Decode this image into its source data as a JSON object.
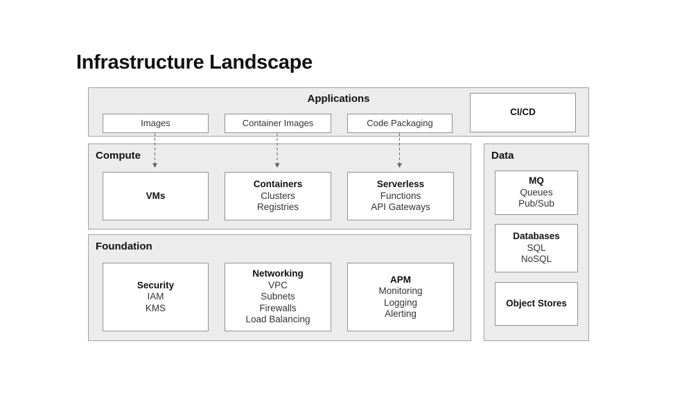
{
  "page": {
    "title": "Infrastructure Landscape"
  },
  "sections": {
    "applications": {
      "label": "Applications",
      "boxes": [
        {
          "title": "Images"
        },
        {
          "title": "Container Images"
        },
        {
          "title": "Code Packaging"
        }
      ],
      "cicd": {
        "title": "CI/CD"
      }
    },
    "compute": {
      "label": "Compute",
      "boxes": [
        {
          "title": "VMs",
          "items": []
        },
        {
          "title": "Containers",
          "items": [
            "Clusters",
            "Registries"
          ]
        },
        {
          "title": "Serverless",
          "items": [
            "Functions",
            "API Gateways"
          ]
        }
      ]
    },
    "foundation": {
      "label": "Foundation",
      "boxes": [
        {
          "title": "Security",
          "items": [
            "IAM",
            "KMS"
          ]
        },
        {
          "title": "Networking",
          "items": [
            "VPC",
            "Subnets",
            "Firewalls",
            "Load Balancing"
          ]
        },
        {
          "title": "APM",
          "items": [
            "Monitoring",
            "Logging",
            "Alerting"
          ]
        }
      ]
    },
    "data": {
      "label": "Data",
      "boxes": [
        {
          "title": "MQ",
          "items": [
            "Queues",
            "Pub/Sub"
          ]
        },
        {
          "title": "Databases",
          "items": [
            "SQL",
            "NoSQL"
          ]
        },
        {
          "title": "Object Stores",
          "items": []
        }
      ]
    }
  },
  "connections": [
    {
      "from": "Images",
      "to": "VMs",
      "style": "dashed-arrow"
    },
    {
      "from": "Container Images",
      "to": "Containers",
      "style": "dashed-arrow"
    },
    {
      "from": "Code Packaging",
      "to": "Serverless",
      "style": "dashed-arrow"
    }
  ],
  "colors": {
    "panel_bg": "#ececec",
    "panel_border": "#9e9e9e",
    "box_bg": "#ffffff",
    "box_border": "#8f8f8f",
    "title_text": "#111111",
    "item_text": "#333333",
    "arrow": "#666666",
    "page_bg": "#ffffff"
  }
}
